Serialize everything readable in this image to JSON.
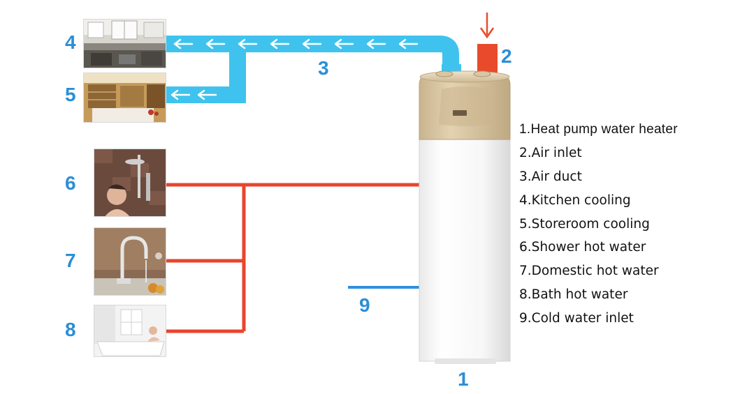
{
  "callouts": {
    "n1": "1",
    "n2": "2",
    "n3": "3",
    "n4": "4",
    "n5": "5",
    "n6": "6",
    "n7": "7",
    "n8": "8",
    "n9": "9"
  },
  "legend": [
    "1.Heat pump water heater",
    "2.Air inlet",
    "3.Air duct",
    "4.Kitchen cooling",
    "5.Storeroom cooling",
    "6.Shower hot water",
    "7.Domestic hot water",
    "8.Bath hot water",
    "9.Cold water inlet"
  ],
  "photos": {
    "kitchen": "kitchen-photo",
    "storeroom": "storeroom-photo",
    "shower": "shower-photo",
    "faucet": "faucet-photo",
    "bath": "bath-photo"
  },
  "colors": {
    "air_duct": "#3fc3ee",
    "hot_water": "#e8452c",
    "cold_water": "#2f8fe0",
    "air_inlet": "#e84a2b",
    "callout_text": "#2b8fd6",
    "heater_top": "#d6c29f",
    "heater_body": "#f4f4f4"
  }
}
